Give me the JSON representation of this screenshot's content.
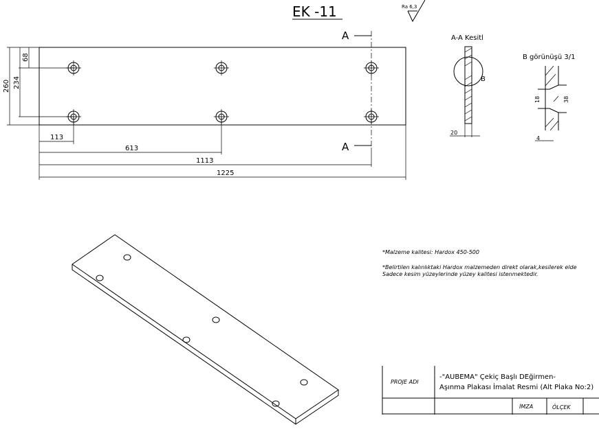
{
  "title": "EK -11",
  "roughness": "Ra 6,3",
  "section_marker": "A",
  "dims": {
    "d68": "68",
    "d234": "234",
    "d260": "260",
    "d113": "113",
    "d613": "613",
    "d1113": "1113",
    "d1225": "1225"
  },
  "section_view": {
    "label": "A-A Kesitl",
    "detail_marker": "B",
    "thickness": "20"
  },
  "detail_view": {
    "label": "B görünüşü 3/1",
    "d18": "18",
    "d38": "38",
    "d4": "4"
  },
  "notes": [
    "*Malzeme kalitesi: Hardox 450-500",
    "*Belirtilen kalınlıktaki Hardox malzemeden direkt olarak,kesilerek elde",
    "Sadece kesim yüzeylerinde yüzey kalitesi istenmektedir."
  ],
  "title_block": {
    "project_label": "PROJE ADI",
    "project_line1": "-\"AUBEMA\" Çekiç Başlı DEğirmen-",
    "project_line2": "Aşınma Plakası İmalat Resmi (Alt Plaka No:2)",
    "sign": "İMZA",
    "scale": "ÖLÇEK"
  }
}
